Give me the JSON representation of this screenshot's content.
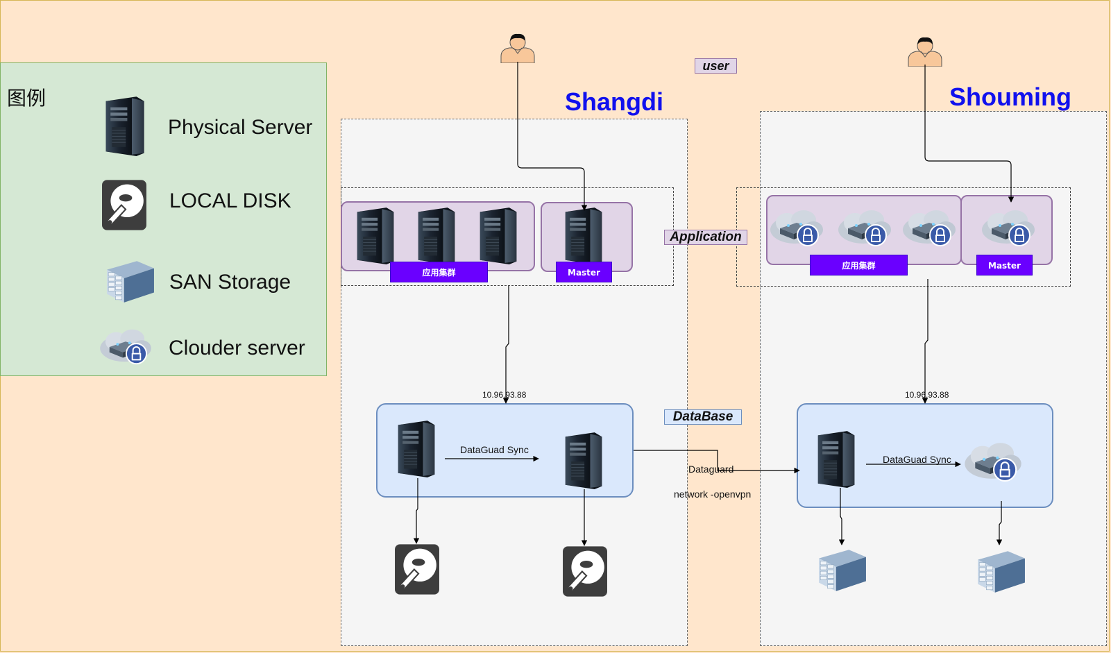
{
  "legend": {
    "title": "图例",
    "items": [
      {
        "label": "Physical Server",
        "icon": "physical-server-icon"
      },
      {
        "label": "LOCAL DISK",
        "icon": "local-disk-icon"
      },
      {
        "label": "SAN Storage",
        "icon": "san-storage-icon"
      },
      {
        "label": "Clouder server",
        "icon": "cloud-server-icon"
      }
    ]
  },
  "tags": {
    "user": "user",
    "application": "Application",
    "database": "DataBase"
  },
  "sites": {
    "left": {
      "name": "Shangdi",
      "app_cluster_label": "应用集群",
      "master_label": "Master",
      "ip": "10.96.93.88",
      "sync_label": "DataGuad Sync"
    },
    "right": {
      "name": "Shouming",
      "app_cluster_label": "应用集群",
      "master_label": "Master",
      "ip": "10.96.93.88",
      "sync_label": "DataGuad Sync"
    }
  },
  "link": {
    "label1": "Dataguard",
    "label2": "network -openvpn"
  },
  "colors": {
    "background": "#ffe6cc",
    "legend_fill": "#d5e8d4",
    "cluster_fill": "#e1d5e7",
    "db_fill": "#dae8fc",
    "site_title": "#1010ee",
    "label_purple": "#6a00ff"
  }
}
